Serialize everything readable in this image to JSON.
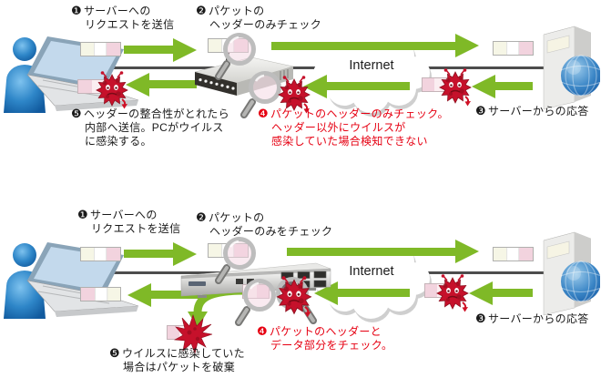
{
  "colors": {
    "arrow_green": "#7fb927",
    "alert_red": "#e60012",
    "virus_red": "#c6112b",
    "virus_dark": "#8e0e1e",
    "person_blue": "#1b72b8",
    "globe_blue": "#2f7dc2",
    "cable_gray": "#4d4d4d",
    "packet_pink": "#f2d3de",
    "packet_cream": "#f6f6e6",
    "text_black": "#1a1a1a"
  },
  "icons": {
    "user": "person-with-laptop-icon",
    "gateway_top": "router-icon",
    "gateway_bottom": "firewall-appliance-icon",
    "cloud": "internet-cloud-icon",
    "server": "server-tower-icon",
    "packet": "packet-icon",
    "virus": "virus-icon",
    "magnifier": "magnifying-glass-icon",
    "burst": "destroyed-virus-icon"
  },
  "panels": {
    "top": {
      "internet": "Internet",
      "steps": {
        "s1": {
          "badge": "❶",
          "lines": [
            "サーバーへの",
            "リクエストを送信"
          ]
        },
        "s2": {
          "badge": "❷",
          "lines": [
            "パケットの",
            "ヘッダーのみチェック"
          ]
        },
        "s3": {
          "badge": "❸",
          "lines": [
            "サーバーからの応答"
          ]
        },
        "s4": {
          "badge": "❹",
          "lines": [
            "パケットのヘッダーのみチェック。",
            "ヘッダー以外にウイルスが",
            "感染していた場合検知できない"
          ]
        },
        "s5": {
          "badge": "❺",
          "lines": [
            "ヘッダーの整合性がとれたら",
            "内部へ送信。PCがウイルス",
            "に感染する。"
          ]
        }
      }
    },
    "bottom": {
      "internet": "Internet",
      "steps": {
        "s1": {
          "badge": "❶",
          "lines": [
            "サーバーへの",
            "リクエストを送信"
          ]
        },
        "s2": {
          "badge": "❷",
          "lines": [
            "パケットの",
            "ヘッダーのみをチェック"
          ]
        },
        "s3": {
          "badge": "❸",
          "lines": [
            "サーバーからの応答"
          ]
        },
        "s4": {
          "badge": "❹",
          "lines": [
            "パケットのヘッダーと",
            "データ部分をチェック。"
          ]
        },
        "s5": {
          "badge": "❺",
          "lines": [
            "ウイルスに感染していた",
            "場合はパケットを破棄"
          ]
        }
      }
    }
  }
}
